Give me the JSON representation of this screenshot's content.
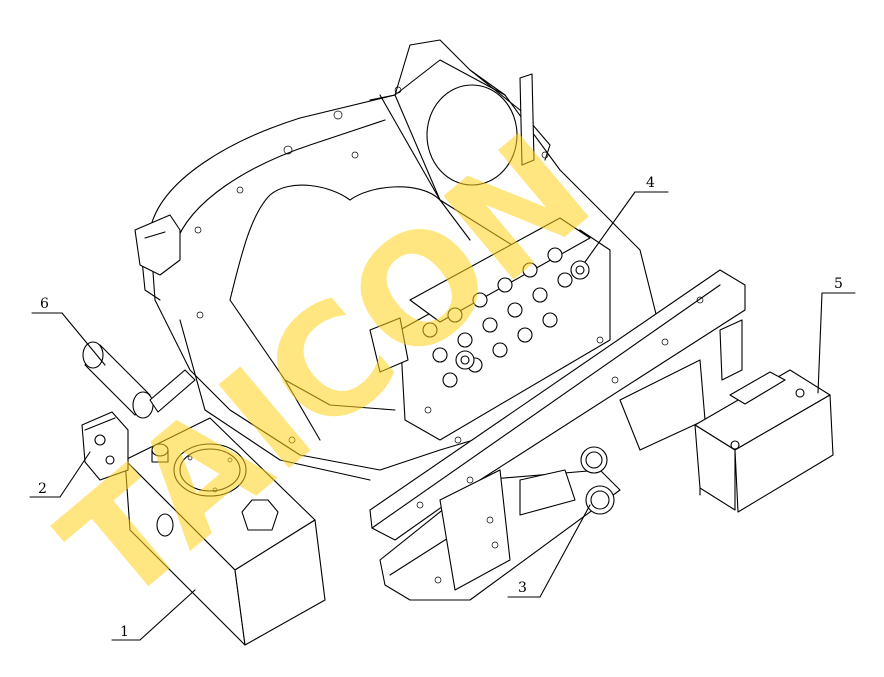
{
  "diagram": {
    "watermark": "TAICON",
    "colors": {
      "line": "#000000",
      "watermark": "#ffd21a",
      "background": "#ffffff"
    },
    "callouts": [
      {
        "id": "1",
        "label": "1",
        "part": "hydraulic-oil-tank"
      },
      {
        "id": "2",
        "label": "2",
        "part": "tank-mounted-valve"
      },
      {
        "id": "3",
        "label": "3",
        "part": "swivel-bearing"
      },
      {
        "id": "4",
        "label": "4",
        "part": "multi-way-control-valve"
      },
      {
        "id": "5",
        "label": "5",
        "part": "battery-box"
      },
      {
        "id": "6",
        "label": "6",
        "part": "oil-filter"
      }
    ]
  }
}
